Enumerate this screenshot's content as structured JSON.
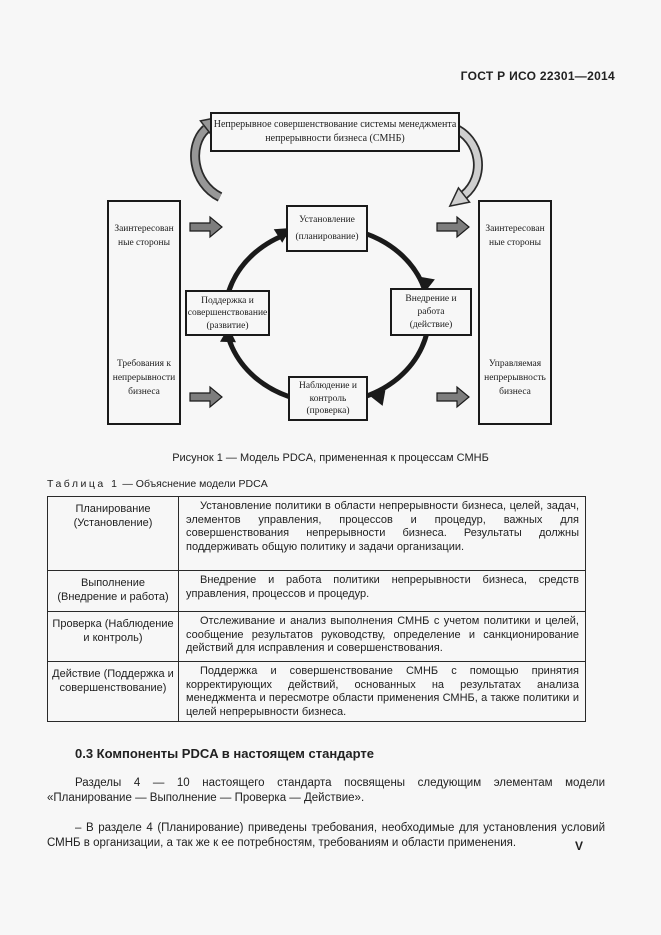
{
  "colors": {
    "page_background": "#f7f7f7",
    "text": "#212121",
    "diagram_line": "#1a1a1a",
    "block_arrow_fill": "#7d7d7d",
    "swoosh_fill": "#979797"
  },
  "header": {
    "standard_number": "ГОСТ Р ИСО 22301—2014"
  },
  "diagram": {
    "top_box_lines": [
      "Непрерывное совершенствование системы менеджмента",
      "непрерывности бизнеса (СМНБ)"
    ],
    "left_panel": {
      "top_lines": [
        "Заинтересован",
        "ные стороны"
      ],
      "bottom": "Требования к непрерывности бизнеса"
    },
    "right_panel": {
      "top_lines": [
        "Заинтересован",
        "ные стороны"
      ],
      "bottom": "Управляемая непрерывность бизнеса"
    },
    "plan_box": [
      "Установление",
      "(планирование)"
    ],
    "do_box": [
      "Внедрение и",
      "работа",
      "(действие)"
    ],
    "check_box": [
      "Наблюдение и",
      "контроль",
      "(проверка)"
    ],
    "act_box": [
      "Поддержка и",
      "совершенствование",
      "(развитие)"
    ]
  },
  "figure_caption": "Рисунок 1 — Модель PDCA, примененная к процессам СМНБ",
  "table": {
    "caption_label": "Таблица 1",
    "caption_text": "— Объяснение модели PDCA",
    "rows": [
      {
        "term": "Планирование (Установление)",
        "description": "Установление политики в области непрерывности бизнеса, целей, задач, элементов управления, процессов и процедур, важных для совершенствования непрерывности бизнеса. Результаты должны поддерживать общую политику и задачи организации."
      },
      {
        "term": "Выполнение (Внедрение и работа)",
        "description": "Внедрение и работа политики непрерывности бизнеса, средств управления, процессов и процедур."
      },
      {
        "term": "Проверка (Наблюдение и контроль)",
        "description": "Отслеживание и анализ выполнения СМНБ с учетом политики и целей, сообщение результатов руководству, определение и санкционирование действий для исправления и совершенствования."
      },
      {
        "term": "Действие (Поддержка и совершенствование)",
        "description": "Поддержка и совершенствование СМНБ с помощью принятия корректирующих действий, основанных на результатах анализа менеджмента и пересмотре области применения СМНБ, а также политики и целей непрерывности бизнеса."
      }
    ]
  },
  "section": {
    "heading": "0.3 Компоненты PDCA в настоящем стандарте",
    "paragraphs": [
      "Разделы 4 — 10 настоящего стандарта посвящены следующим элементам модели «Планирование — Выполнение — Проверка — Действие».",
      "– В разделе 4 (Планирование) приведены требования, необходимые для установления условий СМНБ в организации, а так же к ее потребностям, требованиям и области применения."
    ]
  },
  "footer": {
    "page_number": "V"
  }
}
